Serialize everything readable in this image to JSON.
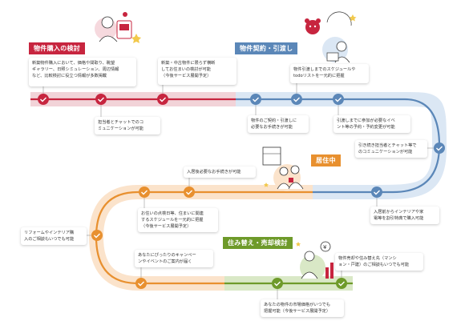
{
  "colors": {
    "red": "#c7253f",
    "blue": "#5b87b8",
    "lightblue": "#dbe7f4",
    "orange": "#e8902f",
    "lightorange": "#fbe3cb",
    "green": "#6e9a2a",
    "lightgreen": "#d9e8c6"
  },
  "sections": {
    "purchase": "物件購入の検討",
    "contract": "物件契約・引渡し",
    "living": "居住中",
    "resale": "住み替え・売却検討"
  },
  "items": {
    "b1": "新築物件購入において、価格や間取り、眺望\nギャラリー、日照シミュレーション、周辺情報\nなど、比較検討に役立つ情報が多数掲載",
    "b2": "新築・中古物件に限らず横断\nしてお住まいの検討が可能\n（今後サービス展開予定）",
    "b3": "担当者とチャットでのコ\nミュニケーションが可能",
    "b4": "物件引渡しまでのスケジュールや\ntodoリストを一元的に把握",
    "b5": "物件のご契約・引渡しに\n必要なお手続きが可能",
    "b6": "引渡しまでに参加が必要なイベ\nント等の予約・予約変更が可能",
    "b7": "引き続き担当者とチャット等で\nのコミュニケーションが可能",
    "b8": "入居後必要なお手続きが可能",
    "b9": "入居前からインテリアや家\n電等を割引特典で購入可能",
    "b10": "お住いの点検日等、住まいに関連\nするスケジュールを一元的に把握\n（今後サービス展開予定）",
    "b11": "リフォームやインテリア購\n入のご相談もいつでも可能",
    "b12": "あなたにぴったりのキャンペー\nンやイベントのご案内が届く",
    "b13": "物件売却や住み替え先（マンシ\nョン・戸建）のご相談もいつでも可能",
    "b14": "あなたの物件の市場価格がいつでも\n把握可能（今後サービス展開予定）"
  }
}
